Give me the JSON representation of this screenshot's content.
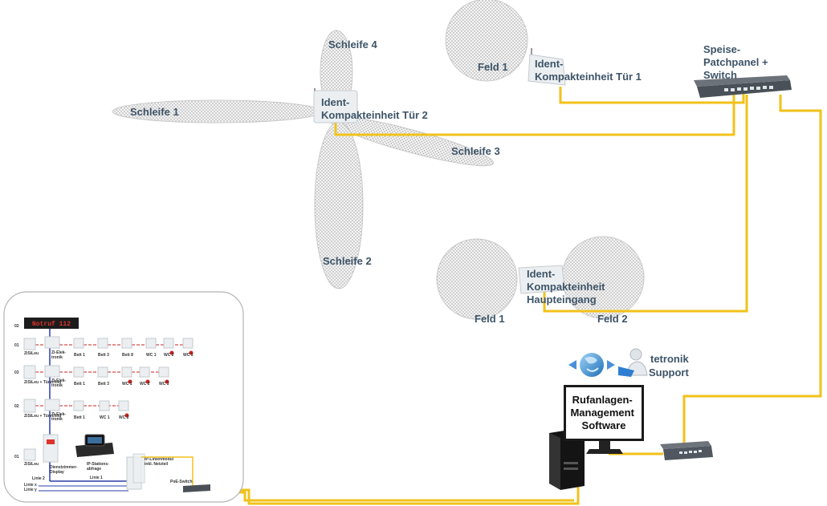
{
  "colors": {
    "cable": "#f1c21b",
    "label": "#3d5468",
    "zone_fill": "#e6e6e6",
    "display_red": "#c8201e",
    "line_blue": "#2a3fa8"
  },
  "zones": {
    "schleife1": "Schleife 1",
    "schleife2": "Schleife 2",
    "schleife3": "Schleife 3",
    "schleife4": "Schleife 4",
    "feld1_top": "Feld 1",
    "feld1_bottom": "Feld 1",
    "feld2": "Feld 2"
  },
  "devices": {
    "tuer2": [
      "Ident-",
      "Kompakteinheit Tür 2"
    ],
    "tuer1": [
      "Ident-",
      "Kompakteinheit Tür 1"
    ],
    "haupteingang": [
      "Ident-",
      "Kompakteinheit",
      "Haupteingang"
    ],
    "patchpanel": [
      "Speise-",
      "Patchpanel +",
      "Switch"
    ],
    "support": [
      "tetronik",
      "Support"
    ],
    "management": [
      "Rufanlagen-",
      "Management",
      "Software"
    ]
  },
  "inset": {
    "display_text": "Notruf 112",
    "floors": [
      "02",
      "01",
      "03",
      "02",
      "01"
    ],
    "room_labels": [
      "ZiSiLeu",
      "ZiSiLeu + Türschild",
      "ZiSiLeu + Türschild",
      "ZiSiLeu"
    ],
    "zi_elektronik": [
      "Zi-Elek-",
      "tronik"
    ],
    "beds_row1": [
      "Bett 1",
      "Bett 3",
      "Bett 8",
      "WC 1",
      "WC 2",
      "WC 3"
    ],
    "beds_row2": [
      "Bett 1",
      "Bett 3",
      "WC 1",
      "WC 2",
      "WC 3"
    ],
    "beds_row3": [
      "Bett 1",
      "WC 1",
      "WC 2"
    ],
    "dienstzimmer": [
      "Dienstzimmer-",
      "Display"
    ],
    "ip_stationsabfrage": [
      "IP-Stations-",
      "abfrage"
    ],
    "ip_linienmodul": [
      "IP-Linienmodul",
      "inkl. Netzteil"
    ],
    "poe_switch": "PoE-Switch",
    "linie1": "Linie 1",
    "linie2": "Linie 2",
    "linie3": "Linie x",
    "linie4": "Linie y"
  }
}
